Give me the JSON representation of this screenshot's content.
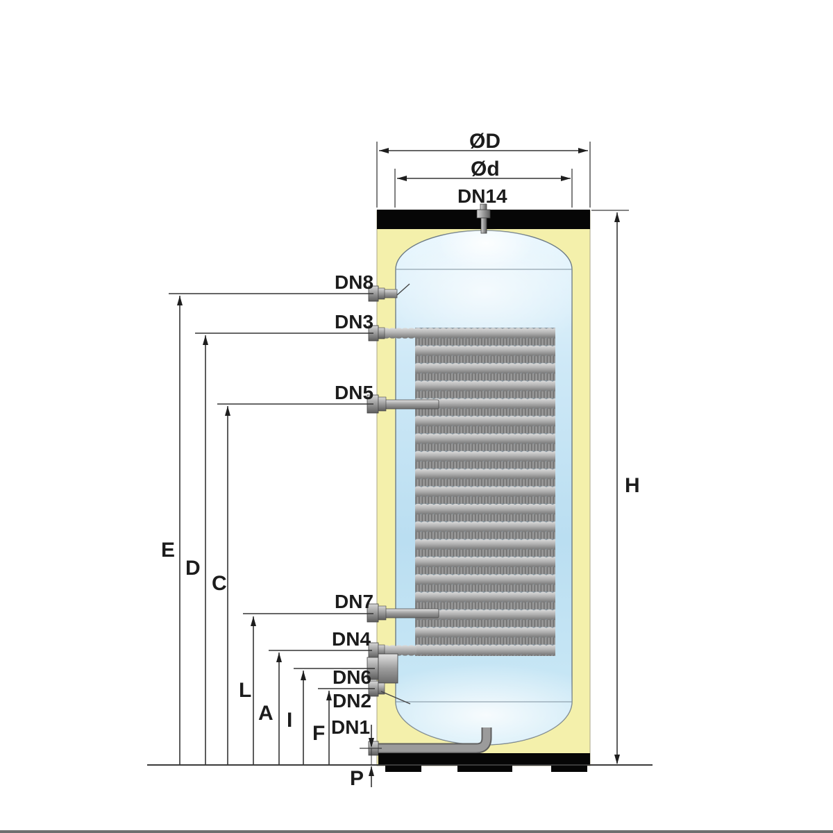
{
  "drawing": {
    "kind": "storage-tank-cross-section-with-coil",
    "top_dimensions": {
      "outer_diameter": "ØD",
      "inner_diameter": "Ød",
      "top_port": "DN14"
    },
    "side_ports": {
      "dn8": "DN8",
      "dn3": "DN3",
      "dn5": "DN5",
      "dn7": "DN7",
      "dn4": "DN4",
      "dn6": "DN6",
      "dn2": "DN2",
      "dn1": "DN1"
    },
    "vertical_dimensions": {
      "h": "H",
      "e": "E",
      "d": "D",
      "c": "C",
      "l": "L",
      "a": "A",
      "i": "I",
      "f": "F",
      "p": "P"
    },
    "colors": {
      "insulation": "#f4f0ab",
      "cap_and_base": "#060606",
      "vessel_blue": "#c3e2f3",
      "coil_gray": "#a8a8a8",
      "line": "#333333"
    }
  }
}
